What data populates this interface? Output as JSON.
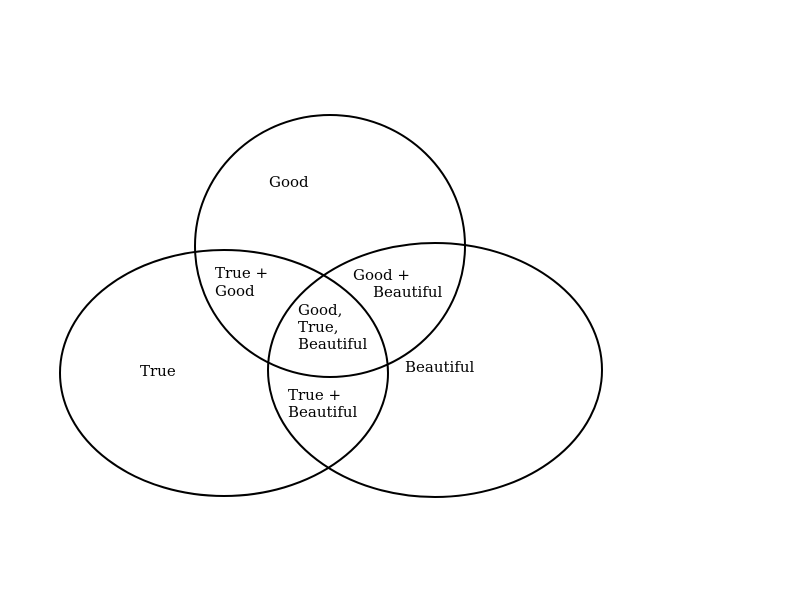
{
  "sets": {
    "good": "Good",
    "true": "True",
    "beautiful": "Beautiful"
  },
  "regions": {
    "true_good": [
      "True +",
      "Good"
    ],
    "good_beautiful": [
      "Good +",
      "Beautiful"
    ],
    "all_three": [
      "Good,",
      "True,",
      "Beautiful"
    ],
    "true_beautiful": [
      "True +",
      "Beautiful"
    ]
  },
  "colors": {
    "stroke": "#000000",
    "background": "#ffffff"
  }
}
